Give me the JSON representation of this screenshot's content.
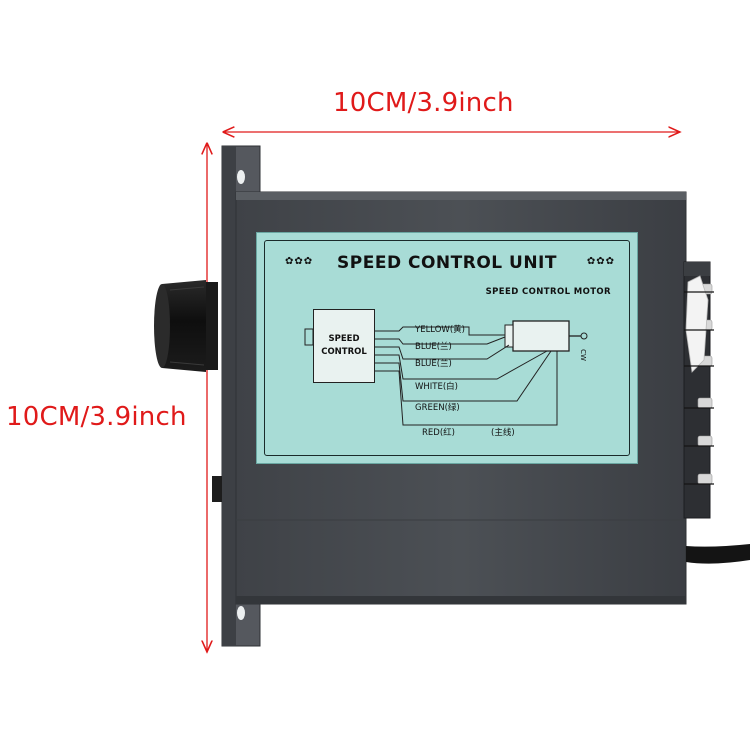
{
  "dimensions": {
    "width_label": "10CM/3.9inch",
    "height_label": "10CM/3.9inch",
    "arrow_color": "#e01a1a"
  },
  "device": {
    "body_color": "#4a4d52",
    "panel_color": "#a8dcd6",
    "title": "SPEED CONTROL UNIT",
    "subtitle": "SPEED CONTROL MOTOR",
    "title_ornament": "✿✿✿",
    "controller_box_line1": "SPEED",
    "controller_box_line2": "CONTROL",
    "motor_rotation_label": "CW",
    "wires": [
      {
        "label": "YELLOW(黄)"
      },
      {
        "label": "BLUE(兰)"
      },
      {
        "label": "BLUE(兰)"
      },
      {
        "label": "WHITE(白)"
      },
      {
        "label": "GREEN(绿)"
      },
      {
        "label": "RED(红)"
      },
      {
        "label": "(主线)"
      }
    ]
  }
}
